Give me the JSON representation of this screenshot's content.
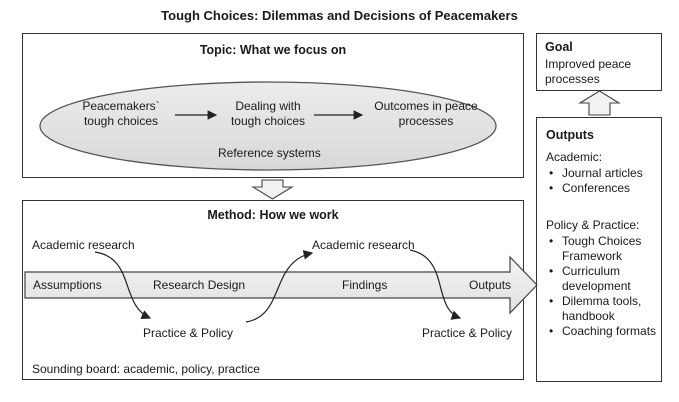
{
  "title": "Tough Choices: Dilemmas and Decisions of Peacemakers",
  "topic": {
    "heading": "Topic: What we focus on",
    "items": [
      "Peacemakers` tough choices",
      "Dealing with tough choices",
      "Outcomes in peace processes"
    ],
    "reference": "Reference systems"
  },
  "method": {
    "heading": "Method: How we work",
    "academic_research": "Academic research",
    "practice_policy": "Practice & Policy",
    "arrow_labels": [
      "Assumptions",
      "Research Design",
      "Findings",
      "Outputs"
    ],
    "sounding_board": "Sounding board: academic, policy, practice"
  },
  "goal": {
    "heading": "Goal",
    "text": "Improved peace processes"
  },
  "outputs": {
    "heading": "Outputs",
    "academic_label": "Academic:",
    "academic_items": [
      "Journal articles",
      "Conferences"
    ],
    "policy_label": "Policy & Practice:",
    "policy_items": [
      "Tough Choices Framework",
      "Curriculum development",
      "Dilemma tools, handbook",
      "Coaching formats"
    ]
  }
}
